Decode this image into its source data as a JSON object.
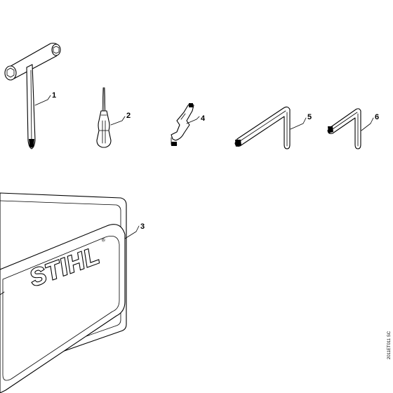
{
  "callouts": {
    "1": "1",
    "2": "2",
    "3": "3",
    "4": "4",
    "5": "5",
    "6": "6"
  },
  "pouch_logo": "STIHL",
  "drawing_code": "2011ET011 SC",
  "icons": {
    "combination_wrench": "combination-wrench-icon",
    "screwdriver": "screwdriver-icon",
    "setting_tool": "setting-tool-icon",
    "hex_key_large": "hex-key-icon",
    "hex_key_small": "hex-key-icon",
    "tool_pouch": "tool-pouch-icon"
  },
  "colors": {
    "line": "#000000",
    "background": "#ffffff"
  }
}
